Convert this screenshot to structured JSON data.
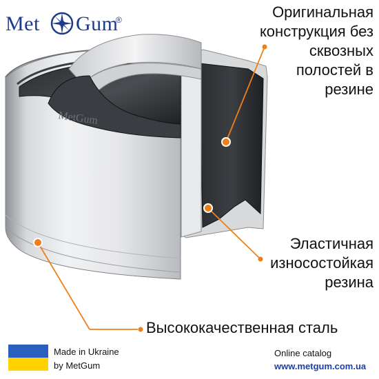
{
  "brand": {
    "left_text": "Met",
    "right_text": "Gum",
    "registered": "®",
    "product_emboss": "MetGum"
  },
  "callouts": {
    "top_right": "Оригинальная конструкция без сквозных полостей в резине",
    "middle_right": "Эластичная износостойкая резина",
    "bottom": "Высококачественная сталь"
  },
  "footer": {
    "made_in": "Made in Ukraine",
    "by": "by MetGum",
    "catalog_label": "Online catalog",
    "catalog_url": "www.metgum.com.ua"
  },
  "colors": {
    "brand_blue": "#1f3a8a",
    "callout_orange": "#f07f1a",
    "flag_blue": "#2a5fbf",
    "flag_yellow": "#ffd200"
  },
  "icons": [
    "metgum-logo-icon",
    "ukraine-flag-icon",
    "callout-dot-icon"
  ]
}
